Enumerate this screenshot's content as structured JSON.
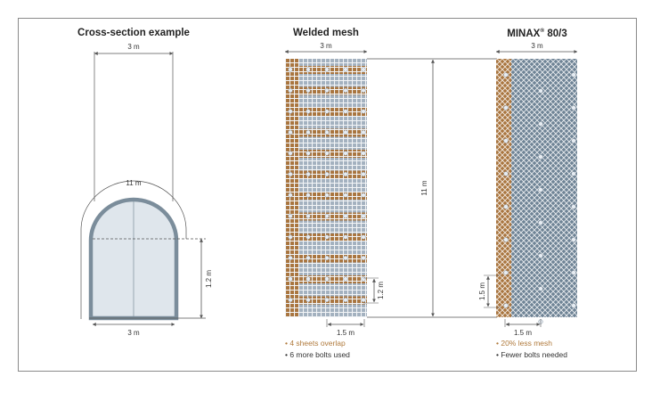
{
  "panels": {
    "cross_section": {
      "title": "Cross-section example",
      "width_top_label": "3 m",
      "perimeter_label": "11 m",
      "height_label": "1.2 m",
      "width_bottom_label": "3 m"
    },
    "welded_mesh": {
      "title": "Welded mesh",
      "width_top_label": "3 m",
      "height_label": "11 m",
      "overlap_label": "1.2 m",
      "bolt_spacing_label": "1.5 m",
      "note_1": "• 4 sheets overlap",
      "note_2": "• 6 more bolts used"
    },
    "minax": {
      "title_main": "MINAX",
      "title_reg": "®",
      "title_suffix": " 80/3",
      "width_top_label": "3 m",
      "overlap_label": "1.5 m",
      "bolt_spacing_label": "1.5 m",
      "note_1": "• 20% less mesh",
      "note_2": "• Fewer bolts needed"
    }
  },
  "colors": {
    "line": "#555555",
    "arch_wall": "#7b8d9b",
    "arch_fill": "#dfe6ec",
    "mesh_blue": "#a3b1bf",
    "mesh_brown": "#a9753f",
    "minax_fill": "#6e8395",
    "bolt": "#e6ecf2",
    "note_accent": "#b07a3c"
  }
}
